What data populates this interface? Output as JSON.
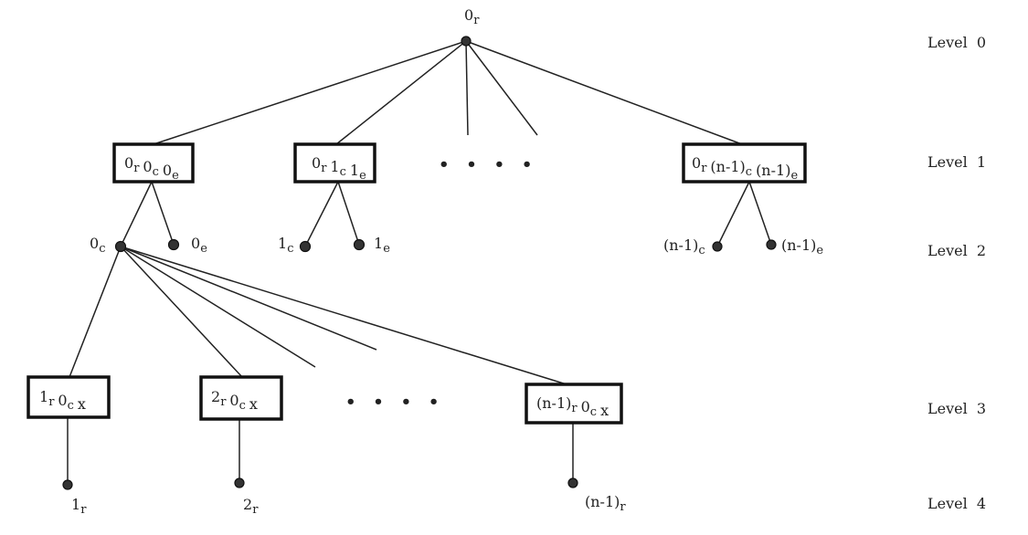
{
  "levels": [
    "Level  0",
    "Level  1",
    "Level  2",
    "Level  3",
    "Level  4"
  ],
  "root": {
    "base": "0",
    "sub": "r"
  },
  "level1": {
    "box_a": [
      {
        "base": "0",
        "sub": "r"
      },
      {
        "base": "0",
        "sub": "c"
      },
      {
        "base": "0",
        "sub": "e"
      }
    ],
    "box_b": [
      {
        "base": "0",
        "sub": "r"
      },
      {
        "base": "1",
        "sub": "c"
      },
      {
        "base": "1",
        "sub": "e"
      }
    ],
    "box_c": [
      {
        "base": "0",
        "sub": "r"
      },
      {
        "base": "(n-1)",
        "sub": "c"
      },
      {
        "base": "(n-1)",
        "sub": "e"
      }
    ],
    "ellipsis": "•   •   •   •"
  },
  "level2": {
    "a_left": {
      "base": "0",
      "sub": "c"
    },
    "a_right": {
      "base": "0",
      "sub": "e"
    },
    "b_left": {
      "base": "1",
      "sub": "c"
    },
    "b_right": {
      "base": "1",
      "sub": "e"
    },
    "c_left": {
      "base": "(n-1)",
      "sub": "c"
    },
    "c_right": {
      "base": "(n-1)",
      "sub": "e"
    }
  },
  "level3": {
    "box_1": [
      {
        "base": "1",
        "sub": "r"
      },
      {
        "base": "0",
        "sub": "c"
      },
      {
        "base": "x",
        "sub": ""
      }
    ],
    "box_2": [
      {
        "base": "2",
        "sub": "r"
      },
      {
        "base": "0",
        "sub": "c"
      },
      {
        "base": "x",
        "sub": ""
      }
    ],
    "box_n": [
      {
        "base": "(n-1)",
        "sub": "r"
      },
      {
        "base": "0",
        "sub": "c"
      },
      {
        "base": "x",
        "sub": ""
      }
    ],
    "ellipsis": "•   •   •   •"
  },
  "level4": {
    "leaf_1": {
      "base": "1",
      "sub": "r"
    },
    "leaf_2": {
      "base": "2",
      "sub": "r"
    },
    "leaf_n": {
      "base": "(n-1)",
      "sub": "r"
    }
  }
}
